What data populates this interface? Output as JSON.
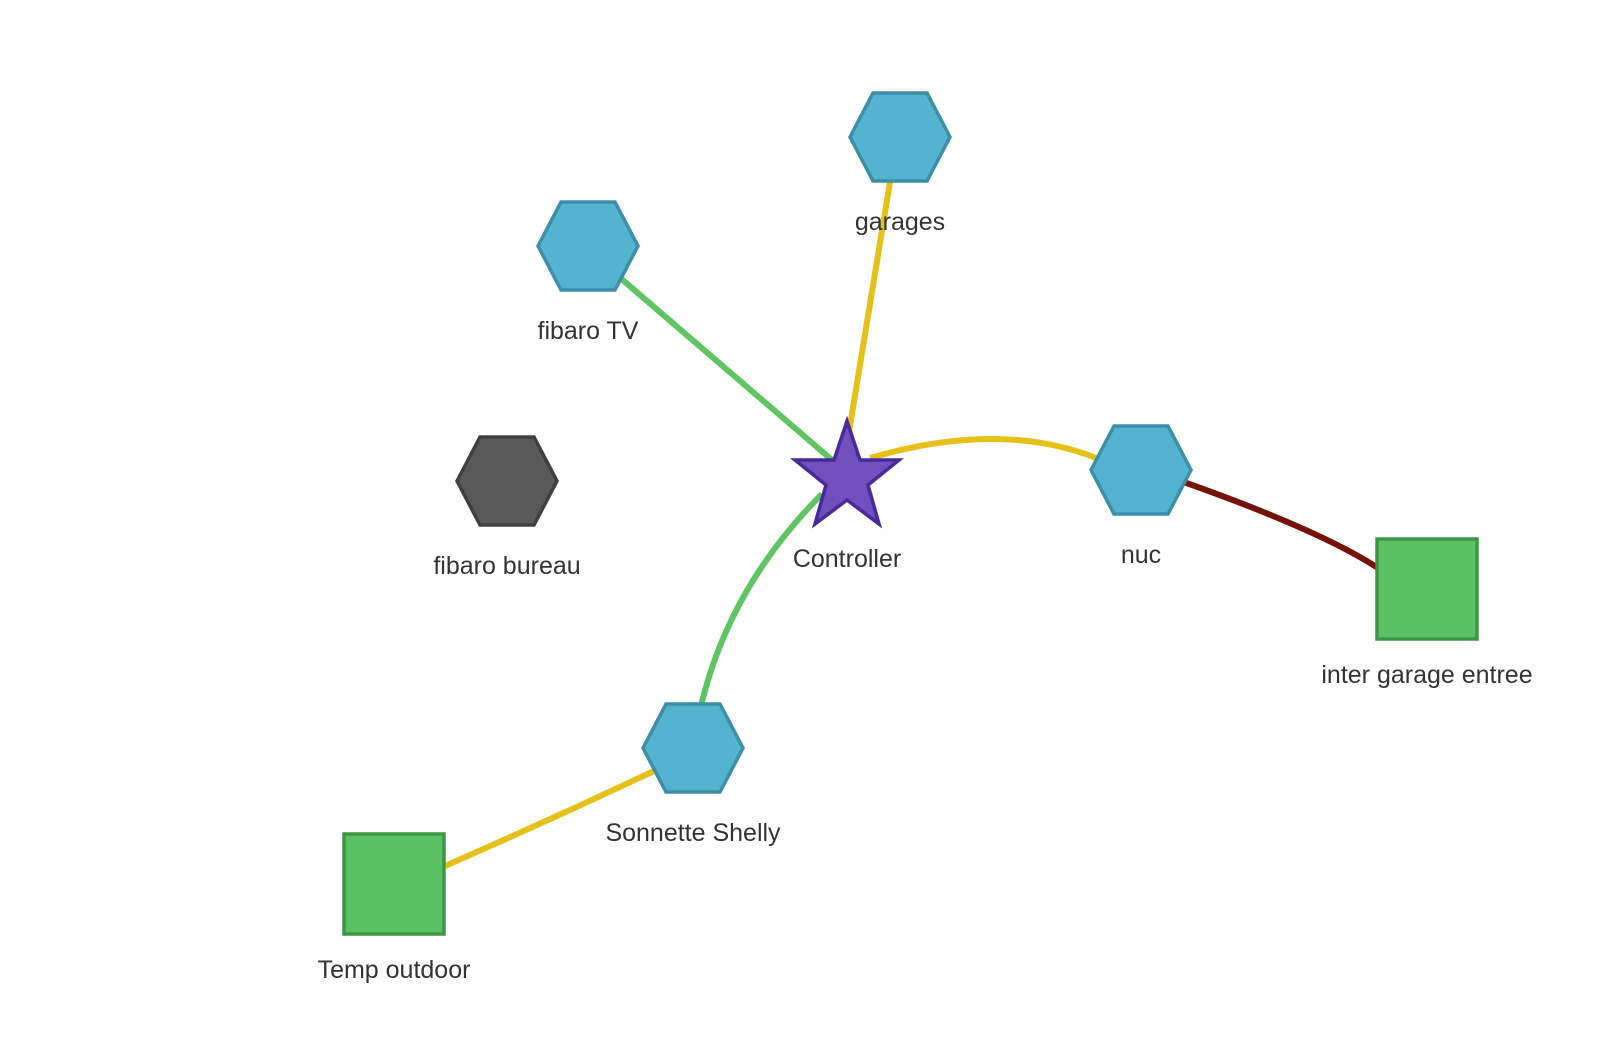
{
  "colors": {
    "node_online": "#53b3d0",
    "node_online_stroke": "#3d8fa7",
    "node_offline": "#595959",
    "node_offline_stroke": "#404040",
    "controller_fill": "#7150be",
    "controller_stroke": "#47299a",
    "sensor_fill": "#5ac262",
    "sensor_stroke": "#3d9646",
    "edge_good": "#5fc563",
    "edge_medium": "#e5c018",
    "edge_bad": "#761208"
  },
  "nodes": [
    {
      "id": "controller",
      "label": "Controller",
      "kind": "controller",
      "icon": "star-icon"
    },
    {
      "id": "garages",
      "label": "garages",
      "kind": "router",
      "icon": "hexagon-icon"
    },
    {
      "id": "fibaro_tv",
      "label": "fibaro TV",
      "kind": "router",
      "icon": "hexagon-icon"
    },
    {
      "id": "fibaro_bureau",
      "label": "fibaro bureau",
      "kind": "offline",
      "icon": "hexagon-icon"
    },
    {
      "id": "nuc",
      "label": "nuc",
      "kind": "router",
      "icon": "hexagon-icon"
    },
    {
      "id": "inter_garage",
      "label": "inter garage entree",
      "kind": "sensor",
      "icon": "square-icon"
    },
    {
      "id": "sonnette",
      "label": "Sonnette Shelly",
      "kind": "router",
      "icon": "hexagon-icon"
    },
    {
      "id": "temp_outdoor",
      "label": "Temp outdoor",
      "kind": "sensor",
      "icon": "square-icon"
    }
  ],
  "edges": [
    {
      "from": "controller",
      "to": "garages",
      "quality": "medium"
    },
    {
      "from": "controller",
      "to": "fibaro_tv",
      "quality": "good"
    },
    {
      "from": "controller",
      "to": "nuc",
      "quality": "medium"
    },
    {
      "from": "nuc",
      "to": "inter_garage",
      "quality": "bad"
    },
    {
      "from": "controller",
      "to": "sonnette",
      "quality": "good"
    },
    {
      "from": "sonnette",
      "to": "temp_outdoor",
      "quality": "medium"
    }
  ]
}
